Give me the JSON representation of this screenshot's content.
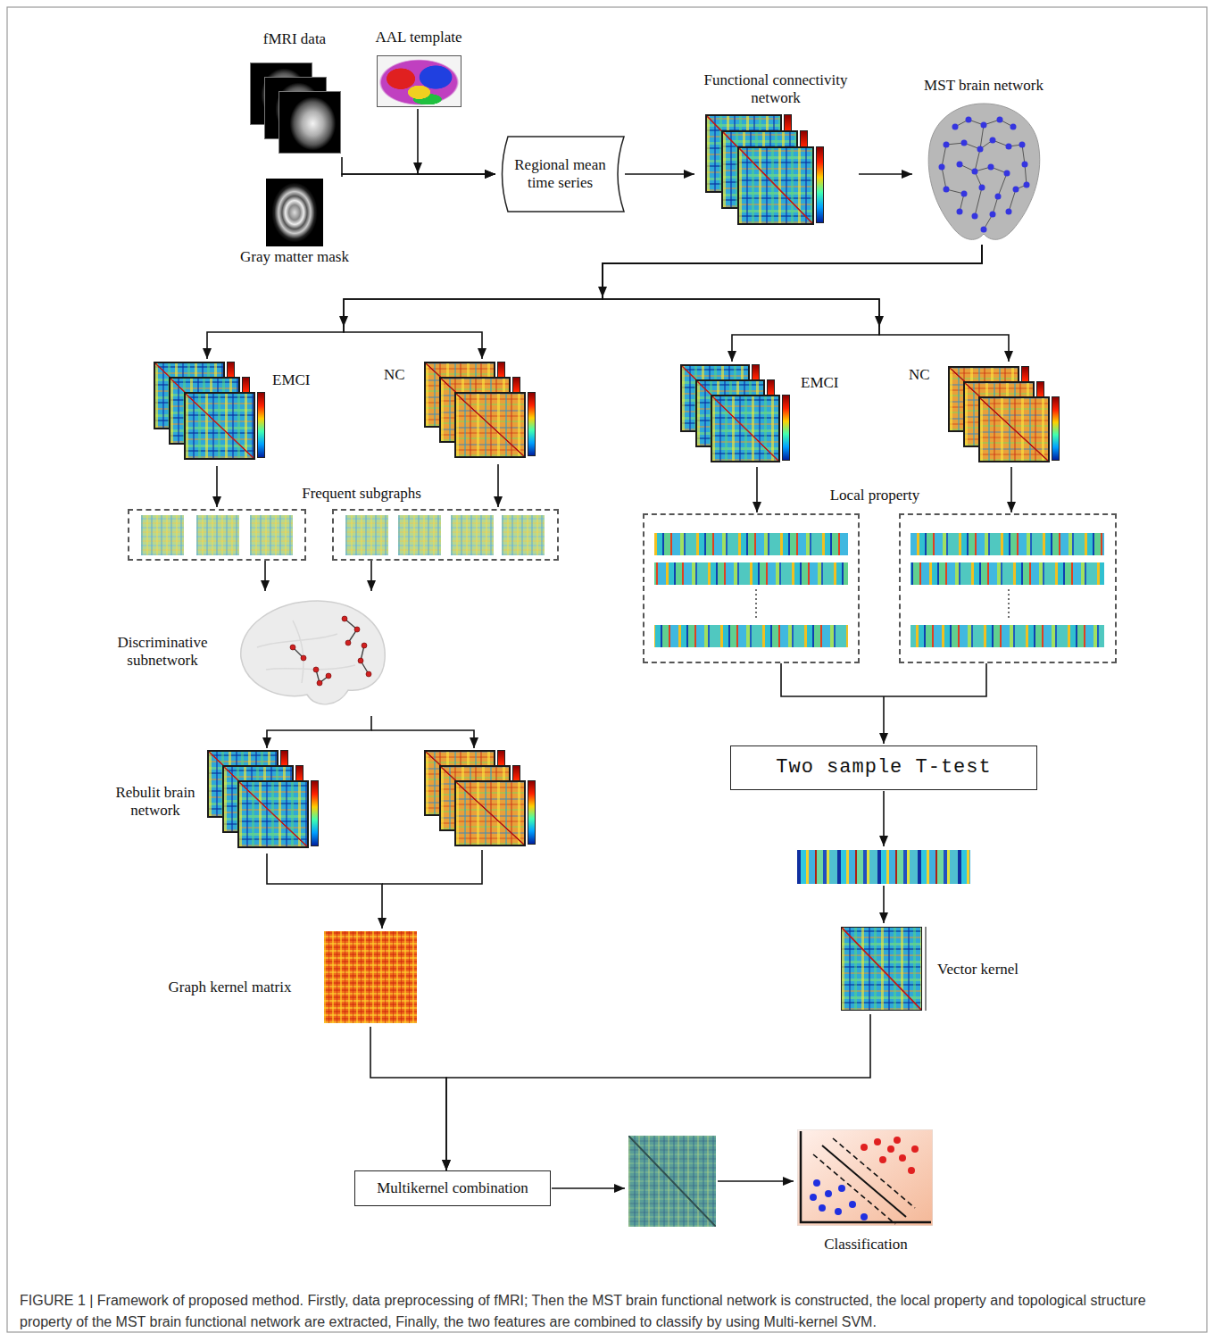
{
  "diagram": {
    "caption": "FIGURE 1 | Framework of proposed method. Firstly, data preprocessing of fMRI; Then the MST brain functional network is constructed, the local property and topological structure property of the MST brain functional network are extracted, Finally, the two features are combined to classify by using Multi-kernel SVM.",
    "nodes": [
      {
        "text": [
          "fMRI data"
        ]
      },
      {
        "text": [
          "AAL template"
        ]
      },
      {
        "text": [
          "Gray matter mask"
        ]
      },
      {
        "text": [
          "Regional mean time series"
        ]
      },
      {
        "text": [
          "Functional connectivity network"
        ]
      },
      {
        "text": [
          "MST brain network"
        ]
      },
      {
        "text": [
          "EMCI"
        ]
      },
      {
        "text": [
          "NC"
        ]
      },
      {
        "text": [
          "EMCI"
        ]
      },
      {
        "text": [
          "NC"
        ]
      },
      {
        "text": [
          "Discriminative subnetwork"
        ]
      },
      {
        "text": [
          "Rebulit brain network"
        ]
      },
      {
        "text": [
          "Two sample T-test"
        ]
      },
      {
        "text": [
          "Graph kernel matrix"
        ]
      },
      {
        "text": [
          "Vector kernel"
        ]
      },
      {
        "text": [
          "Multikernel combination"
        ]
      },
      {
        "text": [
          "Classification"
        ]
      }
    ],
    "edges": [
      {
        "from": 0,
        "to": 3,
        "arrow": "to"
      },
      {
        "from": 1,
        "to": 3,
        "arrow": "to"
      },
      {
        "from": 2,
        "to": 3,
        "arrow": "to"
      },
      {
        "from": 3,
        "to": 4,
        "arrow": "to"
      },
      {
        "from": 4,
        "to": 5,
        "arrow": "to"
      },
      {
        "from": 5,
        "to": 6,
        "arrow": "to"
      },
      {
        "from": 5,
        "to": 7,
        "arrow": "to"
      },
      {
        "from": 5,
        "to": 8,
        "arrow": "to"
      },
      {
        "from": 5,
        "to": 9,
        "arrow": "to"
      },
      {
        "from": 10,
        "to": 11,
        "arrow": "to"
      },
      {
        "from": 11,
        "to": 13,
        "arrow": "to"
      },
      {
        "from": 13,
        "to": 15,
        "arrow": "to"
      },
      {
        "from": 14,
        "to": 15,
        "arrow": "to"
      }
    ],
    "labels": [
      "Frequent subgraphs",
      "Local property"
    ]
  }
}
